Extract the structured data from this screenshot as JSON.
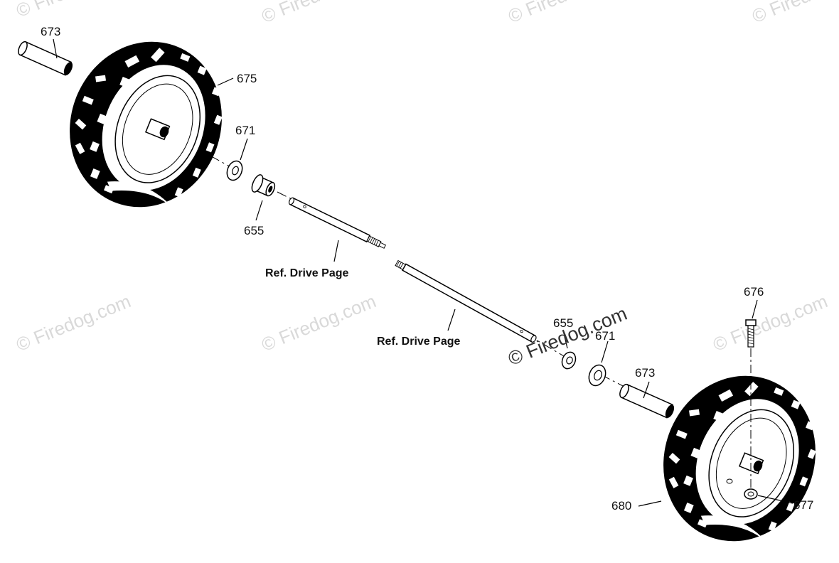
{
  "callouts": {
    "p673_left": "673",
    "p675": "675",
    "p671_left": "671",
    "p655_left": "655",
    "p676": "676",
    "p655_right": "655",
    "p671_right": "671",
    "p673_right": "673",
    "p680": "680",
    "p677": "677"
  },
  "references": {
    "ref_drive_left": "Ref. Drive Page",
    "ref_drive_right": "Ref. Drive Page"
  },
  "watermarks": {
    "faint": "© Firedog.com",
    "main": "© Firedog.com"
  }
}
